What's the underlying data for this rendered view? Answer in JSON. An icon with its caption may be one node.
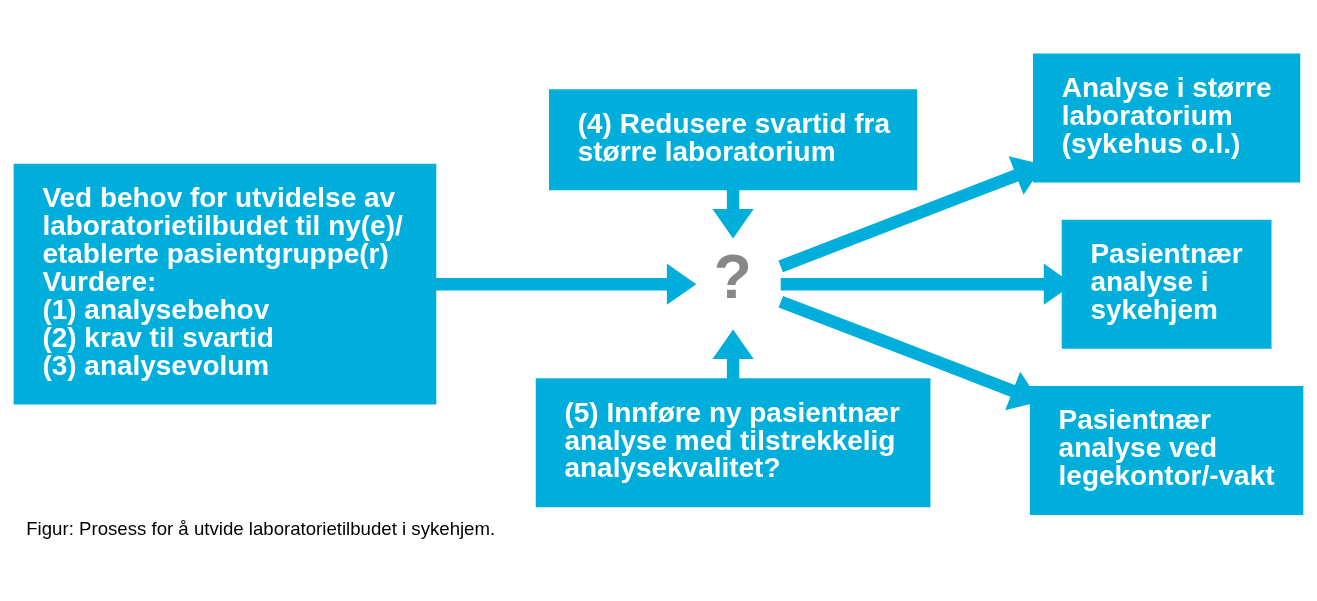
{
  "diagram": {
    "caption": "Figur: Prosess for å utvide laboratorietilbudet i sykehjem.",
    "nodes": [
      {
        "text": [
          "Ved behov for utvidelse av laboratorietilbudet til ny(e)/ etablerte pasientgruppe(r)",
          "Vurdere:",
          "(1) analysebehov",
          "(2) krav til svartid",
          "(3) analysevolum"
        ]
      },
      {
        "text": [
          "(4) Redusere svartid fra større laboratorium"
        ]
      },
      {
        "text": [
          "?"
        ]
      },
      {
        "text": [
          "(5) Innføre ny pasientnær analyse med tilstrekkelig analysekvalitet?"
        ]
      },
      {
        "text": [
          "Analyse i større laboratorium (sykehus o.l.)"
        ]
      },
      {
        "text": [
          "Pasientnær analyse i sykehjem"
        ]
      },
      {
        "text": [
          "Pasientnær analyse ved legekontor/-vakt"
        ]
      }
    ],
    "edges": [
      {
        "from": 0,
        "to": 2,
        "arrow": "to"
      },
      {
        "from": 1,
        "to": 2,
        "arrow": "to"
      },
      {
        "from": 3,
        "to": 2,
        "arrow": "to"
      },
      {
        "from": 2,
        "to": 4,
        "arrow": "to"
      },
      {
        "from": 2,
        "to": 5,
        "arrow": "to"
      },
      {
        "from": 2,
        "to": 6,
        "arrow": "to"
      }
    ]
  }
}
